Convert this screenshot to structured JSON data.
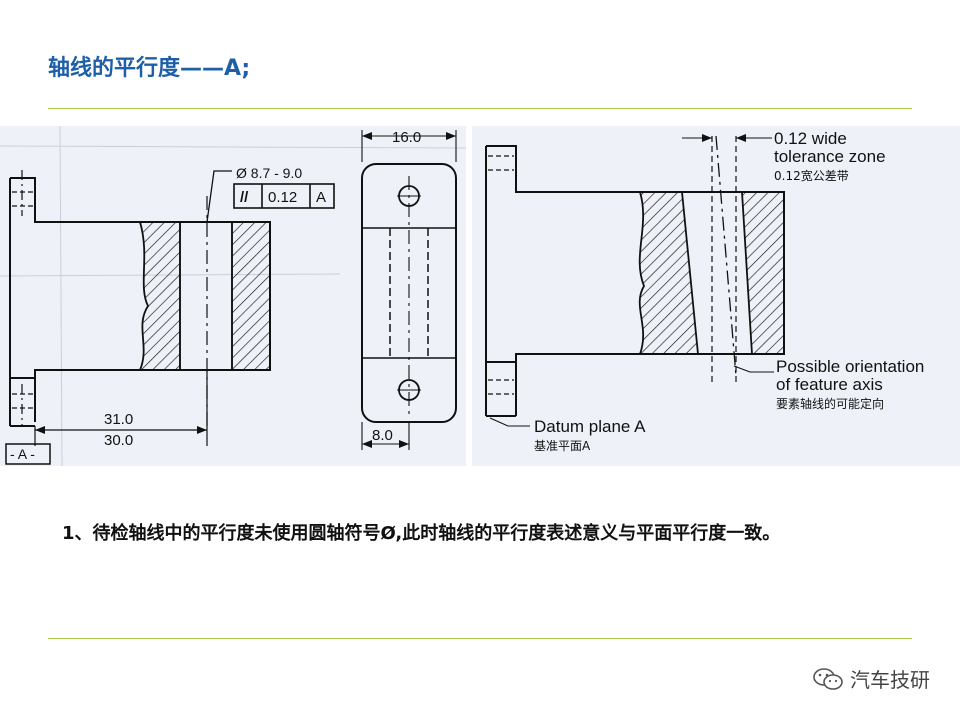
{
  "slide": {
    "title": "轴线的平行度——A;",
    "note": "1、待检轴线中的平行度未使用圆轴符号Ø,此时轴线的平行度表述意义与平面平行度一致。",
    "footer": "汽车技研"
  },
  "left_drawing": {
    "diameter_callout": "Ø 8.7 - 9.0",
    "fcf_symbol": "//",
    "fcf_tolerance": "0.12",
    "fcf_datum": "A",
    "dim_upper": "31.0",
    "dim_lower": "30.0",
    "datum_label": "- A -",
    "top_view_width": "16.0",
    "top_view_offset": "8.0"
  },
  "right_drawing": {
    "zone_label_1": "0.12 wide",
    "zone_label_2": "tolerance zone",
    "zone_label_cn": "0.12宽公差带",
    "axis_label_1": "Possible orientation",
    "axis_label_2": "of feature axis",
    "axis_label_cn": "要素轴线的可能定向",
    "datum_label": "Datum plane A",
    "datum_label_cn": "基准平面A"
  },
  "colors": {
    "title": "#1f5fa8",
    "rule": "#a9c94a",
    "scan_bg": "#eef2f8"
  }
}
